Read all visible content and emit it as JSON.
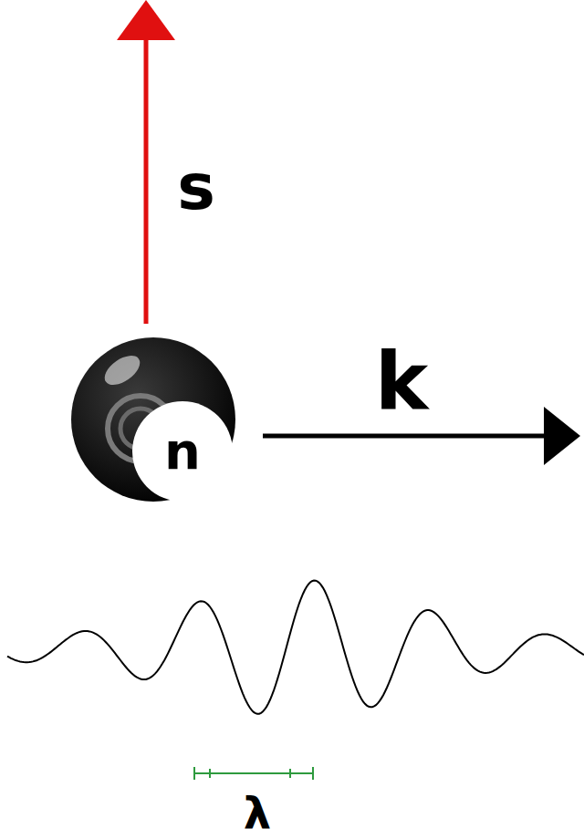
{
  "diagram": {
    "nodes": [
      {
        "text": [
          "n"
        ]
      }
    ],
    "labels": [
      "s",
      "k",
      "λ"
    ]
  }
}
